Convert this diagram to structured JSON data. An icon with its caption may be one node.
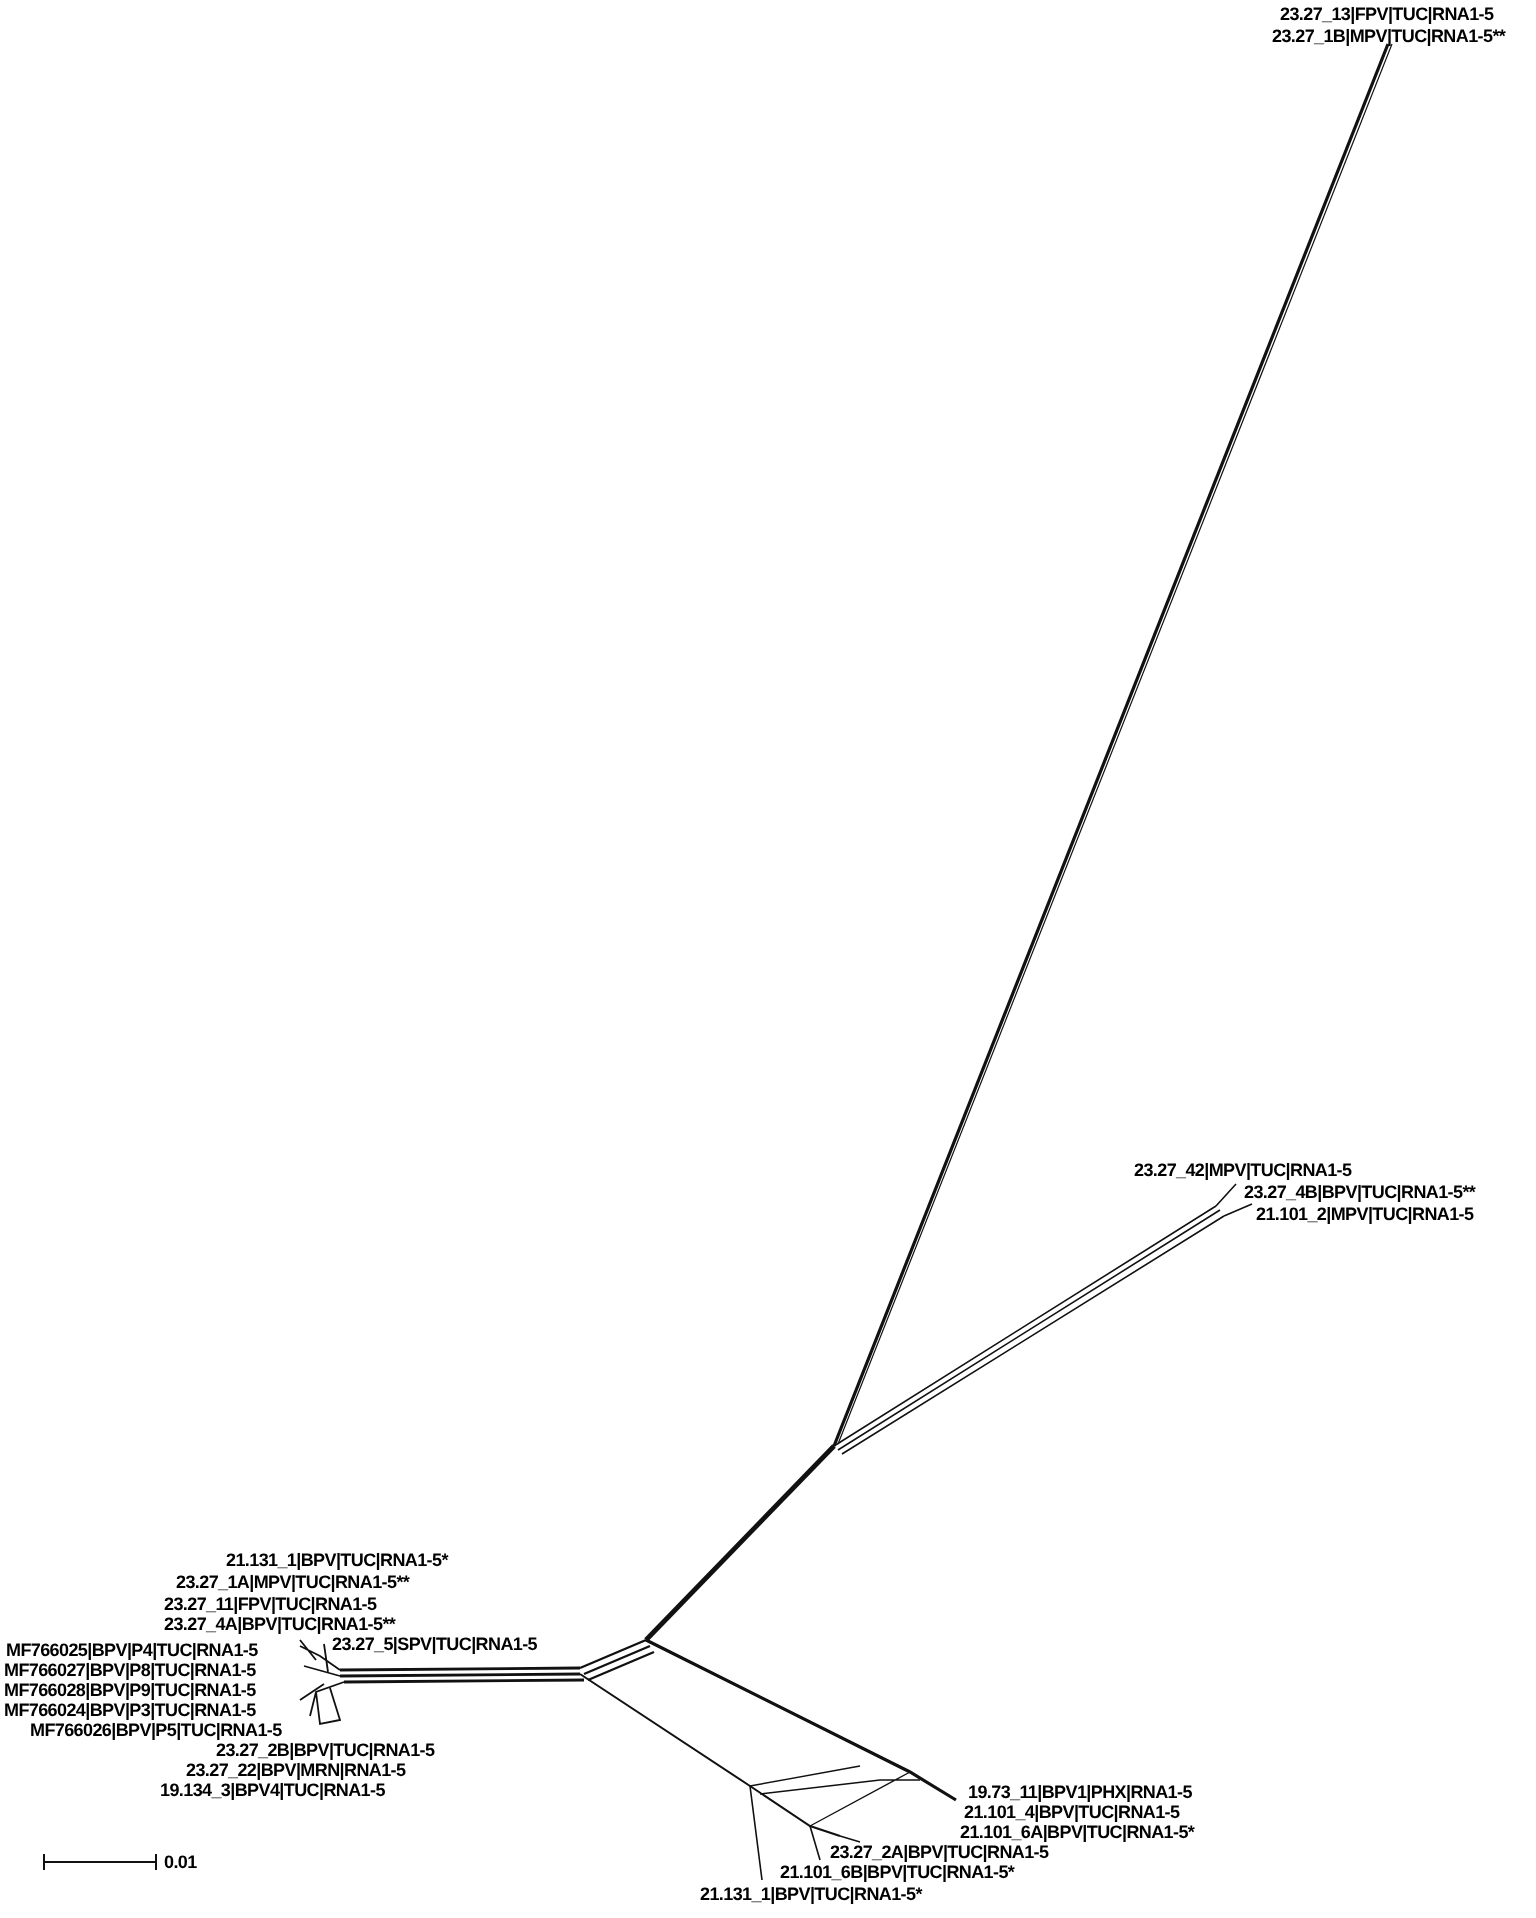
{
  "diagram": {
    "labels": [
      "23.27_13|FPV|TUC|RNA1-5",
      "23.27_1B|MPV|TUC|RNA1-5**",
      "23.27_42|MPV|TUC|RNA1-5",
      "23.27_4B|BPV|TUC|RNA1-5**",
      "21.101_2|MPV|TUC|RNA1-5",
      "21.131_1|BPV|TUC|RNA1-5*",
      "23.27_1A|MPV|TUC|RNA1-5**",
      "23.27_11|FPV|TUC|RNA1-5",
      "23.27_4A|BPV|TUC|RNA1-5**",
      "MF766025|BPV|P4|TUC|RNA1-5",
      "23.27_5|SPV|TUC|RNA1-5",
      "MF766027|BPV|P8|TUC|RNA1-5",
      "MF766028|BPV|P9|TUC|RNA1-5",
      "MF766024|BPV|P3|TUC|RNA1-5",
      "MF766026|BPV|P5|TUC|RNA1-5",
      "23.27_2B|BPV|TUC|RNA1-5",
      "23.27_22|BPV|MRN|RNA1-5",
      "19.134_3|BPV4|TUC|RNA1-5",
      "19.73_11|BPV1|PHX|RNA1-5",
      "21.101_4|BPV|TUC|RNA1-5",
      "21.101_6A|BPV|TUC|RNA1-5*",
      "23.27_2A|BPV|TUC|RNA1-5",
      "21.101_6B|BPV|TUC|RNA1-5*",
      "21.131_1|BPV|TUC|RNA1-5*",
      "0.01"
    ]
  }
}
